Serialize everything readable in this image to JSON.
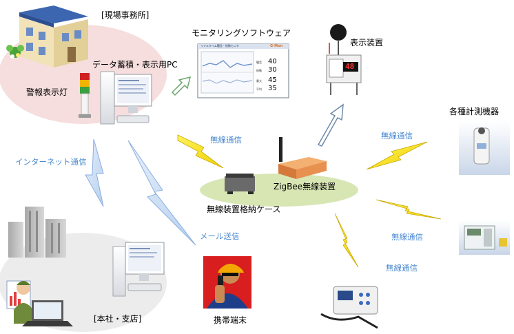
{
  "labels": {
    "site_office": "[現場事務所]",
    "monitoring_software": "モニタリングソフトウェア",
    "display_device": "表示装置",
    "data_pc": "データ蓄積・表示用PC",
    "alarm_lamp": "警報表示灯",
    "measuring_instruments": "各種計測機器",
    "internet": "インターネット通信",
    "wireless_center": "無線通信",
    "wireless_right_top": "無線通信",
    "wireless_right_mid": "無線通信",
    "wireless_right_bottom": "無線通信",
    "zigbee_device": "ZigBee無線装置",
    "enclosure_case": "無線装置格納ケース",
    "mail_send": "メール送信",
    "mobile_terminal": "携帯端末",
    "head_office": "[本社・支店]"
  },
  "screen": {
    "title": "リアルタイム騒音・振動モニタ",
    "brand": "G-Mon",
    "rows": [
      {
        "label": "騒音",
        "value": "40"
      },
      {
        "label": "振動",
        "value": "30"
      },
      {
        "label": "最大",
        "value": "45"
      },
      {
        "label": "平均",
        "value": "35"
      }
    ]
  },
  "display_board": {
    "value": "48"
  },
  "colors": {
    "label_blue": "#4a8ad0",
    "bolt_yellow": "#f5e400",
    "ellipse_green": "#d8e6b4",
    "office_pink": "#f6dede"
  }
}
